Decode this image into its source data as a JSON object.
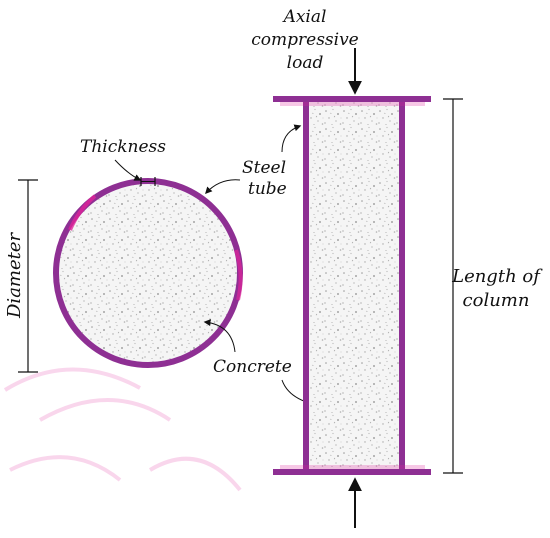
{
  "labels": {
    "axial_load_line1": "Axial",
    "axial_load_line2": "compressive",
    "axial_load_line3": "load",
    "thickness": "Thickness",
    "steel_line1": "Steel",
    "steel_line2": "tube",
    "diameter": "Diameter",
    "concrete": "Concrete",
    "length_line1": "Length of",
    "length_line2": "column"
  },
  "colors": {
    "steel": "#8e2f93",
    "steel_highlight": "#e0239a",
    "concrete_fill": "#f4f4f4",
    "concrete_speckle": "#9a9a9a",
    "ink": "#111111"
  }
}
